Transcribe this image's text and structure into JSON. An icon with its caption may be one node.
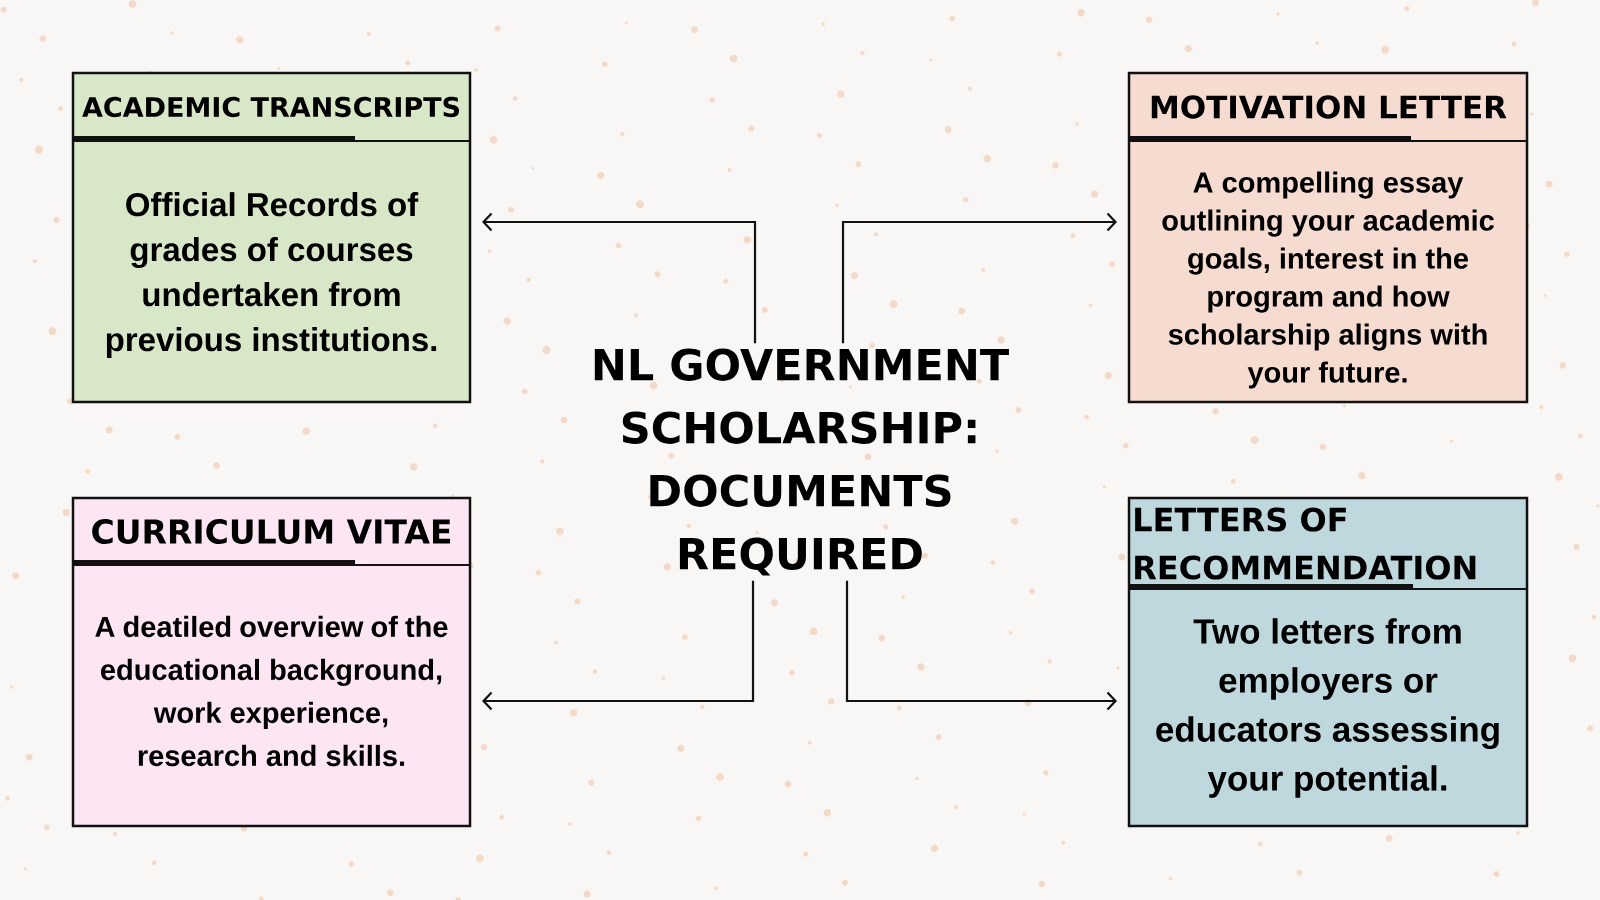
{
  "diagram": {
    "nodes": [
      {
        "text": [
          "ACADEMIC TRANSCRIPTS",
          "Official Records of grades of courses undertaken from previous institutions."
        ]
      },
      {
        "text": [
          "MOTIVATION LETTER",
          "A compelling essay outlining your academic goals, interest in the program and how scholarship aligns with your future."
        ]
      },
      {
        "text": [
          "NL GOVERNMENT SCHOLARSHIP: DOCUMENTS REQUIRED"
        ]
      },
      {
        "text": [
          "CURRICULUM VITAE",
          "A deatiled overview of the educational background, work experience, research and skills."
        ]
      },
      {
        "text": [
          "LETTERS OF RECOMMENDATION",
          "Two letters from employers or educators assessing your potential."
        ]
      }
    ],
    "edges": [
      {
        "from": 2,
        "to": 0,
        "arrow": "to"
      },
      {
        "from": 2,
        "to": 1,
        "arrow": "to"
      },
      {
        "from": 2,
        "to": 3,
        "arrow": "to"
      },
      {
        "from": 2,
        "to": 4,
        "arrow": "to"
      }
    ]
  }
}
